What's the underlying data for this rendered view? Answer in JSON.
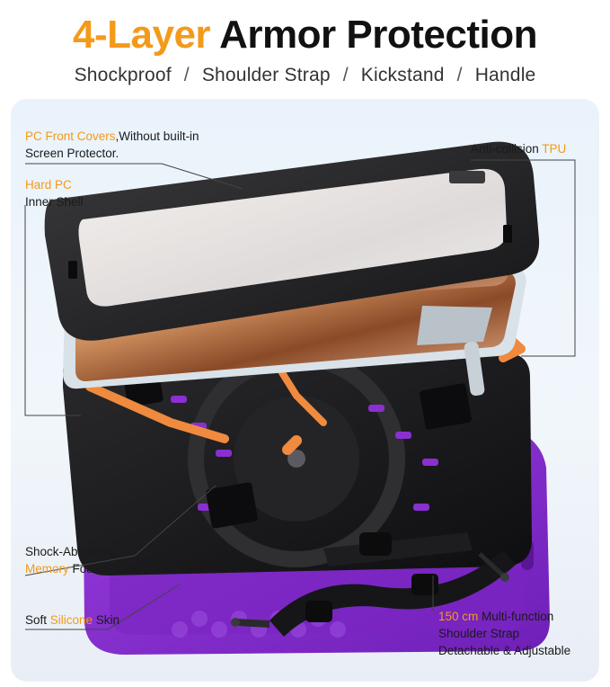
{
  "headline": {
    "accent": "4-Layer",
    "rest": "Armor Protection"
  },
  "features": [
    "Shockproof",
    "Shoulder Strap",
    "Kickstand",
    "Handle"
  ],
  "separator": "/",
  "labels": {
    "front_cover": {
      "accent": "PC Front Covers",
      "line1_rest": ",Without built-in",
      "line2": "Screen Protector."
    },
    "inner_shell": {
      "accent": "Hard PC",
      "line2": "Inner Shell"
    },
    "tpu": {
      "text": "Anti-collision ",
      "accent": "TPU"
    },
    "foam": {
      "line1": "Shock-Absorbing",
      "accent": "Memory",
      "line2_rest": " Foam"
    },
    "silicone": {
      "text": "Soft ",
      "accent": "Silicone",
      "rest": " Skin"
    },
    "strap": {
      "accent": "150 cm",
      "line1_rest": " Multi-function",
      "line2": "Shoulder Strap",
      "line3": "Detachable & Adjustable"
    }
  },
  "colors": {
    "accent": "#f39a1b",
    "purple": "#8a2fd0",
    "orange_tpu": "#f08a3e",
    "black_pc": "#1d1d1f",
    "panel": "#eaf3fb"
  }
}
